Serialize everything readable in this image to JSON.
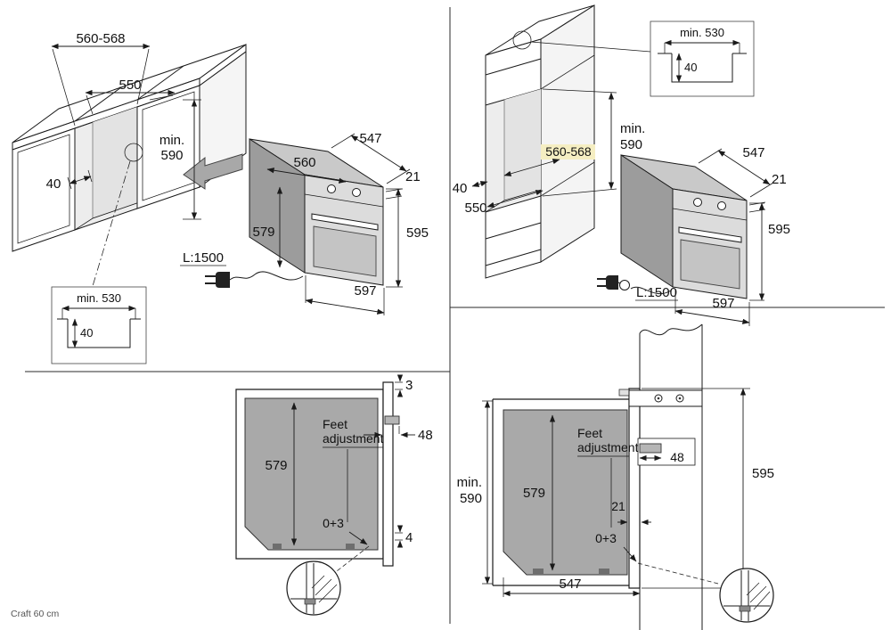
{
  "footer": {
    "label": "Craft 60 cm"
  },
  "colors": {
    "line": "#1a1a1a",
    "oven_top_gray": "#c9c9c9",
    "oven_side_gray": "#9c9c9c",
    "door_gray": "#dcdcdc",
    "section_gray": "#a9a9a9",
    "arrow_gray": "#a8a8a8",
    "highlight": "#f5eec2"
  },
  "top_left": {
    "dim_cabinet_width": "560-568",
    "dim_niche_width": "550",
    "min_label": "min.",
    "dim_niche_height": "590",
    "dim_gap": "40",
    "detail": {
      "width": "min. 530",
      "depth": "40"
    },
    "oven": {
      "depth_top": "547",
      "width": "560",
      "trim": "21",
      "height_body": "579",
      "height_total": "595",
      "depth_bottom": "597",
      "cord": "L:1500"
    }
  },
  "top_right": {
    "detail": {
      "width": "min. 530",
      "depth": "40"
    },
    "min_label": "min.",
    "dim_niche_height": "590",
    "dim_cabinet_width": "560-568",
    "dim_gap": "40",
    "dim_niche_width": "550",
    "oven": {
      "depth_top": "547",
      "trim": "21",
      "height_total": "595",
      "depth_bottom": "597",
      "cord": "L:1500"
    }
  },
  "bottom_left": {
    "dim_top_gap": "3",
    "feet_label_1": "Feet",
    "feet_label_2": "adjustment",
    "dim_handle": "48",
    "dim_height": "579",
    "dim_adjust": "0+3",
    "dim_bottom_gap": "4"
  },
  "bottom_right": {
    "feet_label_1": "Feet",
    "feet_label_2": "adjustment",
    "dim_handle": "48",
    "dim_height_total": "595",
    "min_label": "min.",
    "dim_niche_height": "590",
    "dim_height": "579",
    "dim_overlap": "21",
    "dim_adjust": "0+3",
    "dim_width": "547"
  }
}
